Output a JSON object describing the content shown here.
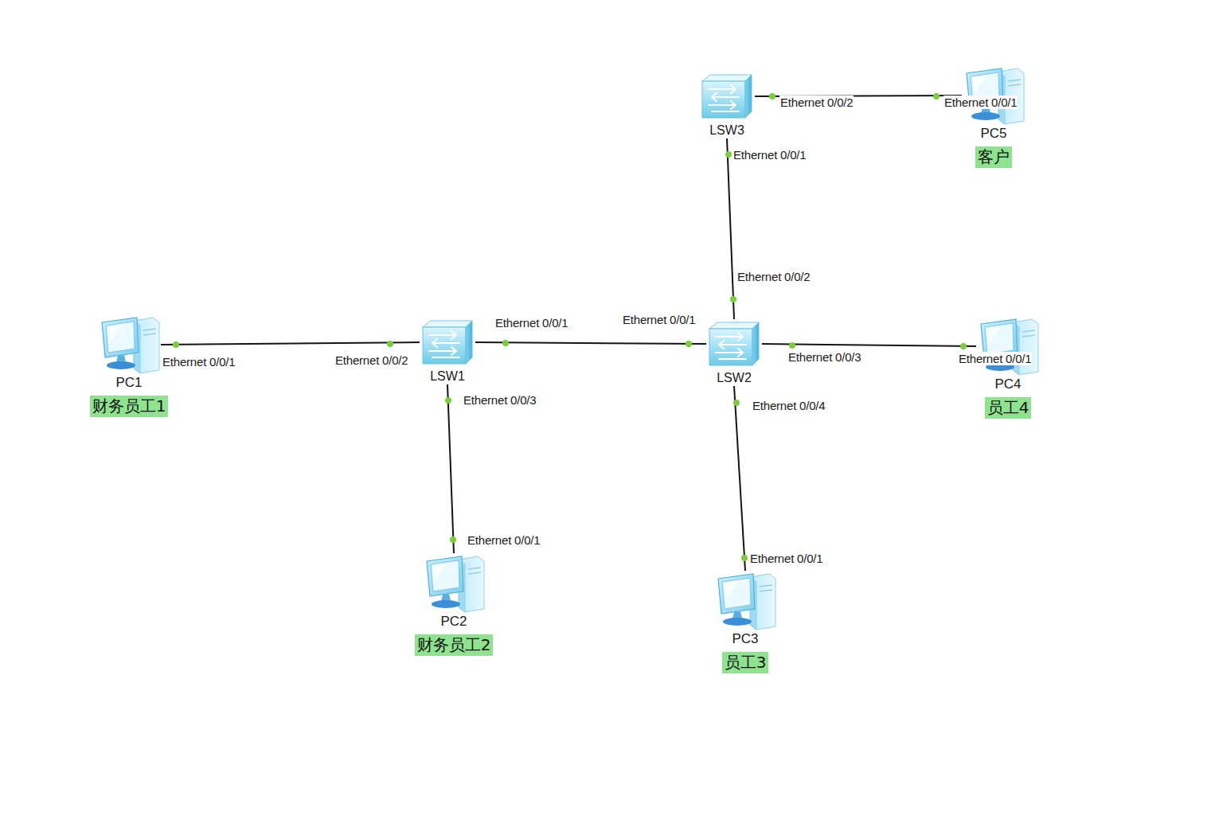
{
  "diagram": {
    "nodes": [
      {
        "text": [
          "LSW3"
        ]
      },
      {
        "text": [
          "PC5",
          "客户"
        ]
      },
      {
        "text": [
          "PC1",
          "财务员工1"
        ]
      },
      {
        "text": [
          "LSW1"
        ]
      },
      {
        "text": [
          "LSW2"
        ]
      },
      {
        "text": [
          "PC4",
          "员工4"
        ]
      },
      {
        "text": [
          "PC2",
          "财务员工2"
        ]
      },
      {
        "text": [
          "PC3",
          "员工3"
        ]
      }
    ],
    "edges": [
      {
        "from": 0,
        "to": 1,
        "arrow": "none"
      },
      {
        "from": 0,
        "to": 4,
        "arrow": "none"
      },
      {
        "from": 2,
        "to": 3,
        "arrow": "none"
      },
      {
        "from": 3,
        "to": 4,
        "arrow": "none"
      },
      {
        "from": 4,
        "to": 5,
        "arrow": "none"
      },
      {
        "from": 3,
        "to": 6,
        "arrow": "none"
      },
      {
        "from": 4,
        "to": 7,
        "arrow": "none"
      }
    ],
    "labels": [
      "Ethernet 0/0/2",
      "Ethernet 0/0/1",
      "Ethernet 0/0/1",
      "Ethernet 0/0/2",
      "Ethernet 0/0/1",
      "Ethernet 0/0/1",
      "Ethernet 0/0/3",
      "Ethernet 0/0/1",
      "Ethernet 0/0/1",
      "Ethernet 0/0/2",
      "Ethernet 0/0/3",
      "Ethernet 0/0/4",
      "Ethernet 0/0/1",
      "Ethernet 0/0/1"
    ]
  }
}
